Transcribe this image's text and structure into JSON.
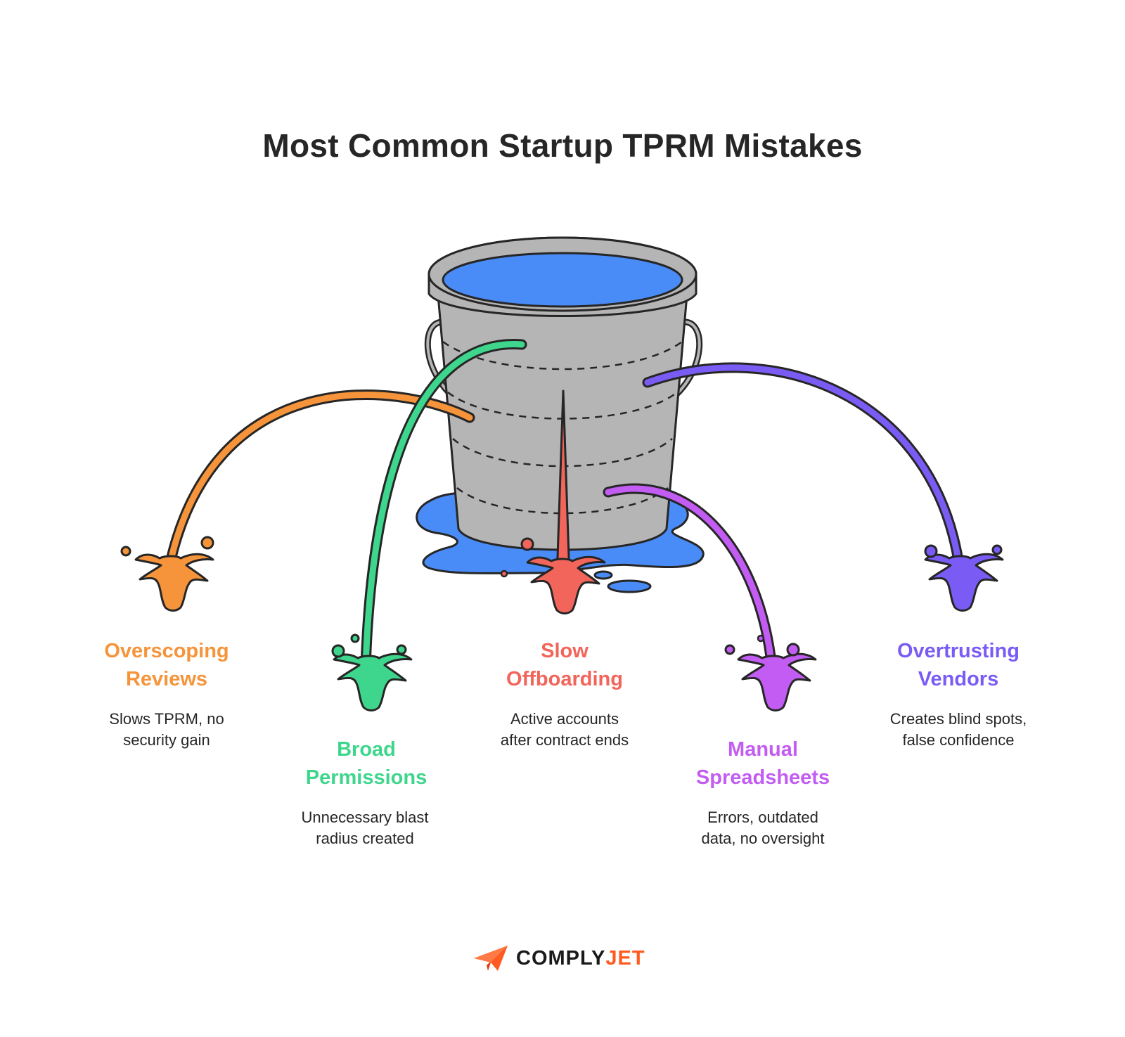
{
  "title": "Most Common Startup TPRM Mistakes",
  "mistakes": [
    {
      "heading": [
        "Overscoping",
        "Reviews"
      ],
      "description": [
        "Slows TPRM, no",
        "security gain"
      ],
      "color": "#F5943A"
    },
    {
      "heading": [
        "Broad",
        "Permissions"
      ],
      "description": [
        "Unnecessary blast",
        "radius created"
      ],
      "color": "#3DD68C"
    },
    {
      "heading": [
        "Slow",
        "Offboarding"
      ],
      "description": [
        "Active accounts",
        "after contract ends"
      ],
      "color": "#F2655A"
    },
    {
      "heading": [
        "Manual",
        "Spreadsheets"
      ],
      "description": [
        "Errors, outdated",
        "data, no oversight"
      ],
      "color": "#C35CF2"
    },
    {
      "heading": [
        "Overtrusting",
        "Vendors"
      ],
      "description": [
        "Creates blind spots,",
        "false confidence"
      ],
      "color": "#7A5CF5"
    }
  ],
  "colors": {
    "bucket": "#B5B5B5",
    "water": "#4A8CF7",
    "outline": "#262626",
    "brand_accent": "#FF5A1F"
  },
  "icons": [
    "leaking-bucket-icon",
    "paper-plane-icon"
  ],
  "brand": {
    "part1": "COMPLY",
    "part2": "JET"
  }
}
